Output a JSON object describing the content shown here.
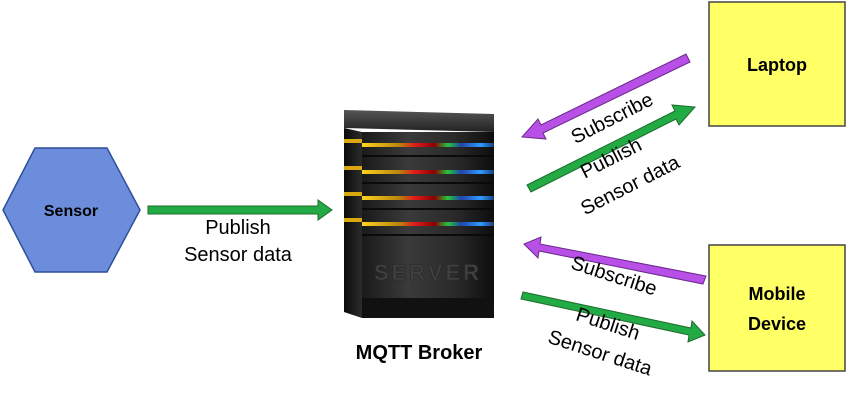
{
  "nodes": {
    "sensor": {
      "label": "Sensor",
      "fill": "#6B8DDB",
      "stroke": "#2F4E9C"
    },
    "broker": {
      "label": "MQTT Broker",
      "server_text": "SERVER"
    },
    "laptop": {
      "label": "Laptop",
      "fill": "#FFFF66",
      "stroke": "#444444"
    },
    "mobile": {
      "label_line1": "Mobile",
      "label_line2": "Device",
      "fill": "#FFFF66",
      "stroke": "#444444"
    }
  },
  "edges": {
    "sensor_publish": {
      "line1": "Publish",
      "line2": "Sensor data",
      "color": "#22AA44"
    },
    "laptop_subscribe": {
      "label": "Subscribe",
      "color": "#B84FE6"
    },
    "laptop_publish": {
      "line1": "Publish",
      "line2": "Sensor data",
      "color": "#22AA44"
    },
    "mobile_subscribe": {
      "label": "Subscribe",
      "color": "#B84FE6"
    },
    "mobile_publish": {
      "line1": "Publish",
      "line2": "Sensor data",
      "color": "#22AA44"
    }
  }
}
